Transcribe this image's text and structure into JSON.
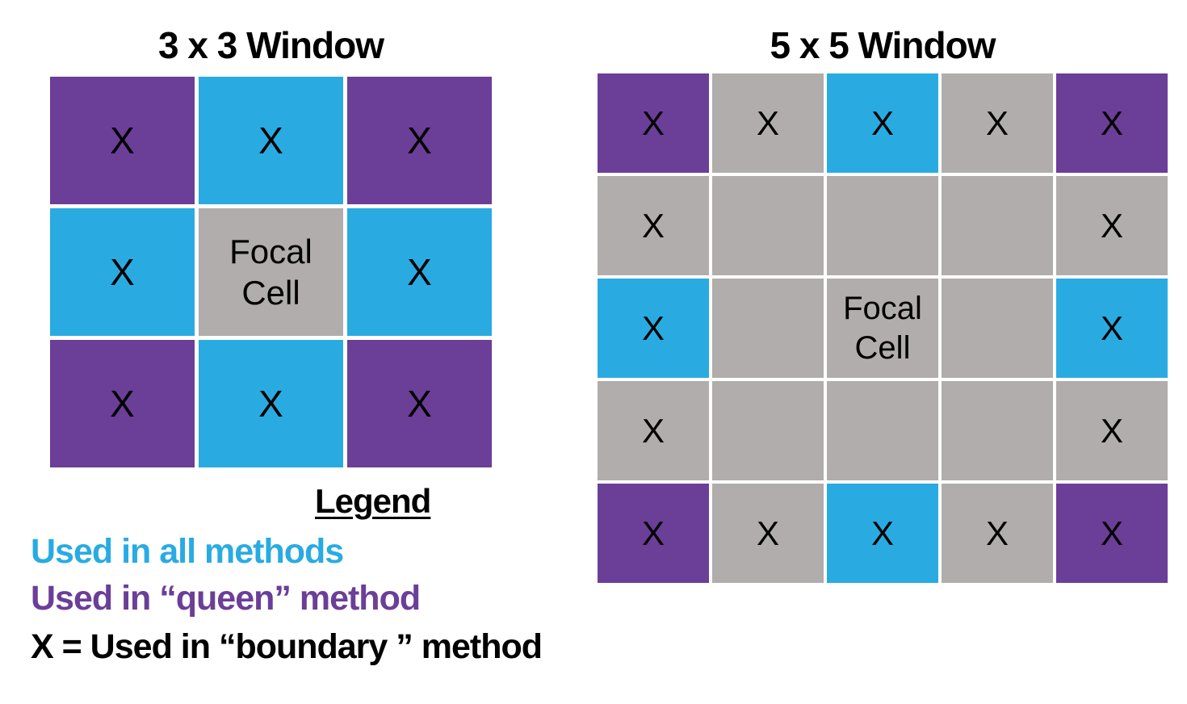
{
  "figure": {
    "background": "#ffffff",
    "colors": {
      "all_methods_blue": "#29ABE2",
      "queen_method_purple": "#6B3E98",
      "window_gray": "#B1ADAC",
      "text_black": "#000000"
    },
    "windows": [
      {
        "title": "3 x 3 Window",
        "size": 3,
        "cells": [
          {
            "color": "purple",
            "label": "X"
          },
          {
            "color": "blue",
            "label": "X"
          },
          {
            "color": "purple",
            "label": "X"
          },
          {
            "color": "blue",
            "label": "X"
          },
          {
            "color": "gray",
            "label": "Focal Cell",
            "focal": true
          },
          {
            "color": "blue",
            "label": "X"
          },
          {
            "color": "purple",
            "label": "X"
          },
          {
            "color": "blue",
            "label": "X"
          },
          {
            "color": "purple",
            "label": "X"
          }
        ]
      },
      {
        "title": "5 x 5 Window",
        "size": 5,
        "cells": [
          {
            "color": "purple",
            "label": "X"
          },
          {
            "color": "gray",
            "label": "X"
          },
          {
            "color": "blue",
            "label": "X"
          },
          {
            "color": "gray",
            "label": "X"
          },
          {
            "color": "purple",
            "label": "X"
          },
          {
            "color": "gray",
            "label": "X"
          },
          {
            "color": "gray",
            "label": ""
          },
          {
            "color": "gray",
            "label": ""
          },
          {
            "color": "gray",
            "label": ""
          },
          {
            "color": "gray",
            "label": "X"
          },
          {
            "color": "blue",
            "label": "X"
          },
          {
            "color": "gray",
            "label": ""
          },
          {
            "color": "gray",
            "label": "Focal Cell",
            "focal": true
          },
          {
            "color": "gray",
            "label": ""
          },
          {
            "color": "blue",
            "label": "X"
          },
          {
            "color": "gray",
            "label": "X"
          },
          {
            "color": "gray",
            "label": ""
          },
          {
            "color": "gray",
            "label": ""
          },
          {
            "color": "gray",
            "label": ""
          },
          {
            "color": "gray",
            "label": "X"
          },
          {
            "color": "purple",
            "label": "X"
          },
          {
            "color": "gray",
            "label": "X"
          },
          {
            "color": "blue",
            "label": "X"
          },
          {
            "color": "gray",
            "label": "X"
          },
          {
            "color": "purple",
            "label": "X"
          }
        ]
      }
    ],
    "legend": {
      "title": "Legend",
      "items": [
        {
          "text": "Used in all methods",
          "color_key": "all_methods_blue"
        },
        {
          "text": "Used in “queen” method",
          "color_key": "queen_method_purple"
        },
        {
          "text": "X = Used in “boundary ” method",
          "color_key": "text_black"
        }
      ]
    }
  }
}
